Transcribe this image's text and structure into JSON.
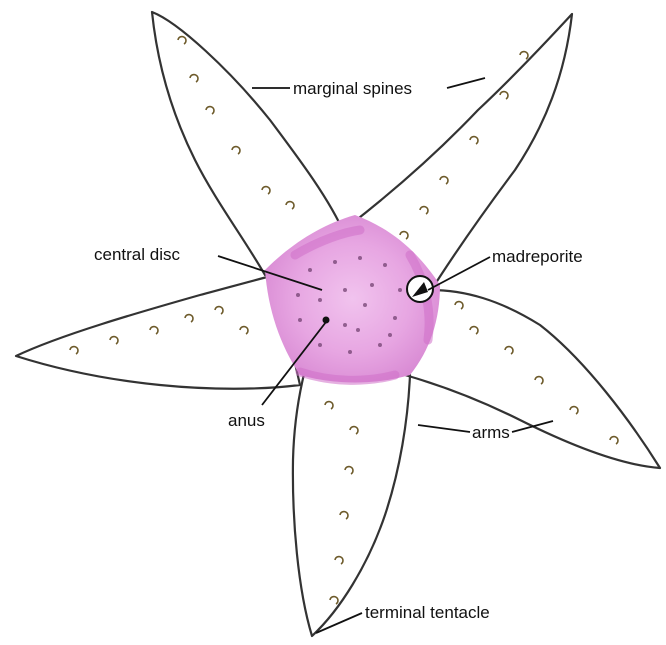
{
  "labels": {
    "marginal_spines": "marginal spines",
    "central_disc": "central disc",
    "madreporite": "madreporite",
    "anus": "anus",
    "arms": "arms",
    "terminal_tentacle": "terminal tentacle"
  },
  "colors": {
    "arm_yellow": "#eee36a",
    "arm_teal": "#b9dbd2",
    "disc_pink": "#e7a6e2",
    "disc_magenta": "#cf6fc8",
    "outline": "#333333",
    "label_text": "#111111"
  }
}
